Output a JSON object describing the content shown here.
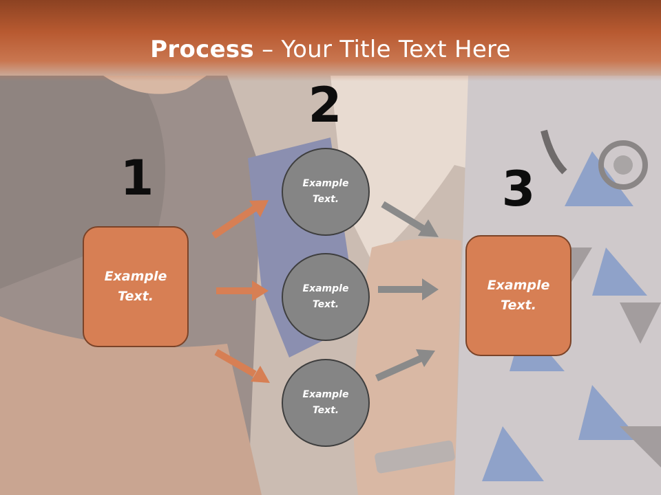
{
  "title": {
    "bold": "Process",
    "rest": " – Your Title Text Here"
  },
  "steps": [
    {
      "number": "1",
      "text": "Example\nText."
    },
    {
      "number": "2",
      "circles": [
        "Example\nText.",
        "Example\nText.",
        "Example\nText."
      ]
    },
    {
      "number": "3",
      "text": "Example\nText."
    }
  ],
  "colors": {
    "header": "#b85a31",
    "box": "#d77f54",
    "circle": "#858585",
    "arrow_orange": "#d77f54",
    "arrow_gray": "#8a8a8a"
  }
}
